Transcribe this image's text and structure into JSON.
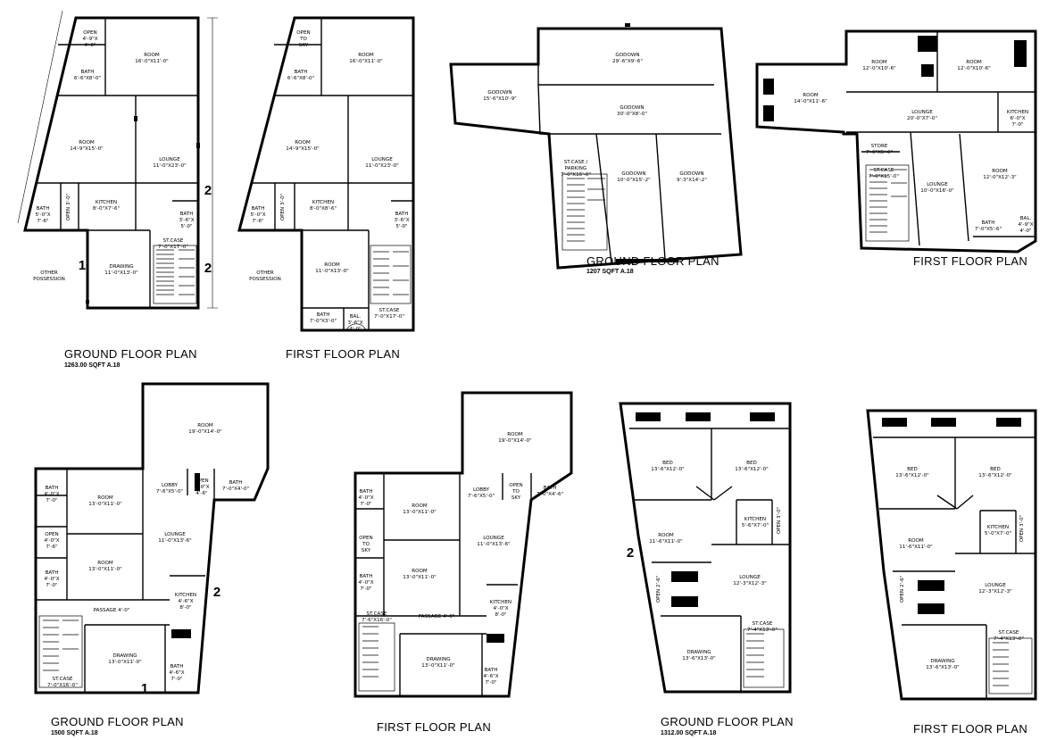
{
  "plans": [
    {
      "title": "GROUND FLOOR PLAN",
      "area": "1263.00 SQFT A.18",
      "rooms": [
        {
          "name": "OPEN",
          "size": "4'-9\"X\n4'-6\""
        },
        {
          "name": "ROOM",
          "size": "16'-0\"X11'-0\""
        },
        {
          "name": "BATH",
          "size": "6'-6\"X8'-0\""
        },
        {
          "name": "ROOM",
          "size": "14'-9\"X15'-0\""
        },
        {
          "name": "LOUNGE",
          "size": "11'-0\"X23'-0\""
        },
        {
          "name": "BATH",
          "size": "5'-0\"X\n7'-6\""
        },
        {
          "name": "OPEN 3'-0\"",
          "size": ""
        },
        {
          "name": "KITCHEN",
          "size": "8'-0\"X7'-6\""
        },
        {
          "name": "BATH",
          "size": "3'-6\"X\n5'-0\""
        },
        {
          "name": "ST.CASE",
          "size": "7'-0\"X17'-0\""
        },
        {
          "name": "DRAWING",
          "size": "11'-0\"X13'-0\""
        }
      ],
      "other": "OTHER\nPOSSESSION"
    },
    {
      "title": "FIRST FLOOR PLAN",
      "rooms": [
        {
          "name": "OPEN\nTO\nSKY",
          "size": ""
        },
        {
          "name": "ROOM",
          "size": "16'-0\"X11'-0\""
        },
        {
          "name": "BATH",
          "size": "6'-6\"X8'-0\""
        },
        {
          "name": "ROOM",
          "size": "14'-9\"X15'-0\""
        },
        {
          "name": "LOUNGE",
          "size": "11'-0\"X23'-0\""
        },
        {
          "name": "BATH",
          "size": "5'-0\"X\n7'-6\""
        },
        {
          "name": "OPEN 3'-0\"",
          "size": ""
        },
        {
          "name": "KITCHEN",
          "size": "8'-0\"X8'-6\""
        },
        {
          "name": "BATH",
          "size": "3'-6\"X\n5'-0\""
        },
        {
          "name": "ROOM",
          "size": "11'-0\"X13'-0\""
        },
        {
          "name": "BATH",
          "size": "7'-0\"X3'-0\""
        },
        {
          "name": "BAL.",
          "size": "3'-6\"X\n4'-0\""
        },
        {
          "name": "ST.CASE",
          "size": "7'-0\"X17'-0\""
        }
      ],
      "other": "OTHER\nPOSSESSION"
    },
    {
      "title": "GROUND FLOOR PLAN",
      "area": "1207 SQFT A.18",
      "rooms": [
        {
          "name": "GODOWN",
          "size": "29'-6\"X9'-6\""
        },
        {
          "name": "GODOWN",
          "size": "15'-6\"X10'-9\""
        },
        {
          "name": "GODOWN",
          "size": "30'-0\"X8'-0\""
        },
        {
          "name": "ST.CASE /\nPARKING",
          "size": "7'-0\"X16'-0\""
        },
        {
          "name": "GODOWN",
          "size": "10'-0\"X15'-2\""
        },
        {
          "name": "GODOWN",
          "size": "9'-3\"X14'-2\""
        }
      ]
    },
    {
      "title": "FIRST FLOOR PLAN",
      "rooms": [
        {
          "name": "ROOM",
          "size": "12'-0\"X10'-6\""
        },
        {
          "name": "ROOM",
          "size": "12'-0\"X10'-6\""
        },
        {
          "name": "ROOM",
          "size": "14'-0\"X11'-6\""
        },
        {
          "name": "KITCHEN",
          "size": "6'-0\"X\n7'-0\""
        },
        {
          "name": "LOUNGE",
          "size": "20'-0\"X7'-0\""
        },
        {
          "name": "STORE",
          "size": "7'-0\"X5'-0\""
        },
        {
          "name": "ST.CASE",
          "size": "7'-0\"X15'-0\""
        },
        {
          "name": "LOUNGE",
          "size": "10'-0\"X16'-0\""
        },
        {
          "name": "ROOM",
          "size": "12'-0\"X12'-3\""
        },
        {
          "name": "BATH",
          "size": "7'-0\"X5'-6\""
        },
        {
          "name": "BAL.",
          "size": "4'-9\"X\n4'-0\""
        }
      ]
    },
    {
      "title": "GROUND FLOOR PLAN",
      "area": "1500 SQFT A.18",
      "rooms": [
        {
          "name": "ROOM",
          "size": "19'-0\"X14'-0\""
        },
        {
          "name": "BATH",
          "size": "4'-0\"X\n7'-0\""
        },
        {
          "name": "ROOM",
          "size": "13'-0\"X11'-0\""
        },
        {
          "name": "LOBBY",
          "size": "7'-6\"X5'-0\""
        },
        {
          "name": "OPEN",
          "size": "4'-0\"X\n4'-6\""
        },
        {
          "name": "BATH",
          "size": "7'-0\"X4'-0\""
        },
        {
          "name": "OPEN",
          "size": "4'-0\"X\n7'-6\""
        },
        {
          "name": "LOUNGE",
          "size": "11'-0\"X13'-6\""
        },
        {
          "name": "BATH",
          "size": "4'-0\"X\n7'-0\""
        },
        {
          "name": "ROOM",
          "size": "13'-0\"X11'-0\""
        },
        {
          "name": "KITCHEN",
          "size": "4'-6\"X\n8'-0\""
        },
        {
          "name": "PASSAGE 4'-0\"",
          "size": ""
        },
        {
          "name": "DRAWING",
          "size": "13'-0\"X11'-0\""
        },
        {
          "name": "BATH",
          "size": "4'-6\"X\n7'-0\""
        },
        {
          "name": "ST.CASE",
          "size": "7'-0\"X16'-0\""
        }
      ]
    },
    {
      "title": "FIRST FLOOR PLAN",
      "rooms": [
        {
          "name": "ROOM",
          "size": "19'-0\"X14'-0\""
        },
        {
          "name": "BATH",
          "size": "4'-0\"X\n7'-0\""
        },
        {
          "name": "ROOM",
          "size": "13'-0\"X11'-0\""
        },
        {
          "name": "LOBBY",
          "size": "7'-6\"X5'-0\""
        },
        {
          "name": "OPEN\nTO\nSKY",
          "size": ""
        },
        {
          "name": "BATH",
          "size": "7'-0\"X4'-6\""
        },
        {
          "name": "OPEN\nTO\nSKY",
          "size": ""
        },
        {
          "name": "LOUNGE",
          "size": "11'-0\"X13'-6\""
        },
        {
          "name": "BATH",
          "size": "4'-0\"X\n7'-0\""
        },
        {
          "name": "ROOM",
          "size": "13'-0\"X11'-0\""
        },
        {
          "name": "KITCHEN",
          "size": "4'-0\"X\n8'-0\""
        },
        {
          "name": "ST.CASE",
          "size": "7'-6\"X16'-0\""
        },
        {
          "name": "PASSAGE 4'-0\"",
          "size": ""
        },
        {
          "name": "DRAWING",
          "size": "13'-0\"X11'-0\""
        },
        {
          "name": "BATH",
          "size": "4'-6\"X\n7'-0\""
        }
      ]
    },
    {
      "title": "GROUND FLOOR PLAN",
      "area": "1312.00 SQFT A.18",
      "rooms": [
        {
          "name": "BED",
          "size": "13'-6\"X12'-0\""
        },
        {
          "name": "BED",
          "size": "13'-6\"X12'-0\""
        },
        {
          "name": "ROOM",
          "size": "11'-6\"X11'-0\""
        },
        {
          "name": "KITCHEN",
          "size": "5'-6\"X7'-0\""
        },
        {
          "name": "OPEN 3'-0\"",
          "size": ""
        },
        {
          "name": "OPEN 2'-6\"",
          "size": ""
        },
        {
          "name": "LOUNGE",
          "size": "12'-3\"X12'-3\""
        },
        {
          "name": "ST.CASE",
          "size": "7'-4\"X13'-0\""
        },
        {
          "name": "DRAWING",
          "size": "13'-6\"X13'-0\""
        }
      ]
    },
    {
      "title": "FIRST FLOOR PLAN",
      "rooms": [
        {
          "name": "BED",
          "size": "13'-6\"X12'-0\""
        },
        {
          "name": "BED",
          "size": "13'-6\"X12'-0\""
        },
        {
          "name": "ROOM",
          "size": "11'-6\"X11'-0\""
        },
        {
          "name": "KITCHEN",
          "size": "5'-0\"X7'-0\""
        },
        {
          "name": "OPEN 3'-0\"",
          "size": ""
        },
        {
          "name": "OPEN 2'-6\"",
          "size": ""
        },
        {
          "name": "LOUNGE",
          "size": "12'-3\"X12'-3\""
        },
        {
          "name": "ST.CASE",
          "size": "7'-4\"X13'-0\""
        },
        {
          "name": "DRAWING",
          "size": "13'-6\"X13'-0\""
        }
      ]
    }
  ],
  "section_marks": [
    "1",
    "2",
    "2",
    "2",
    "1",
    "2"
  ]
}
